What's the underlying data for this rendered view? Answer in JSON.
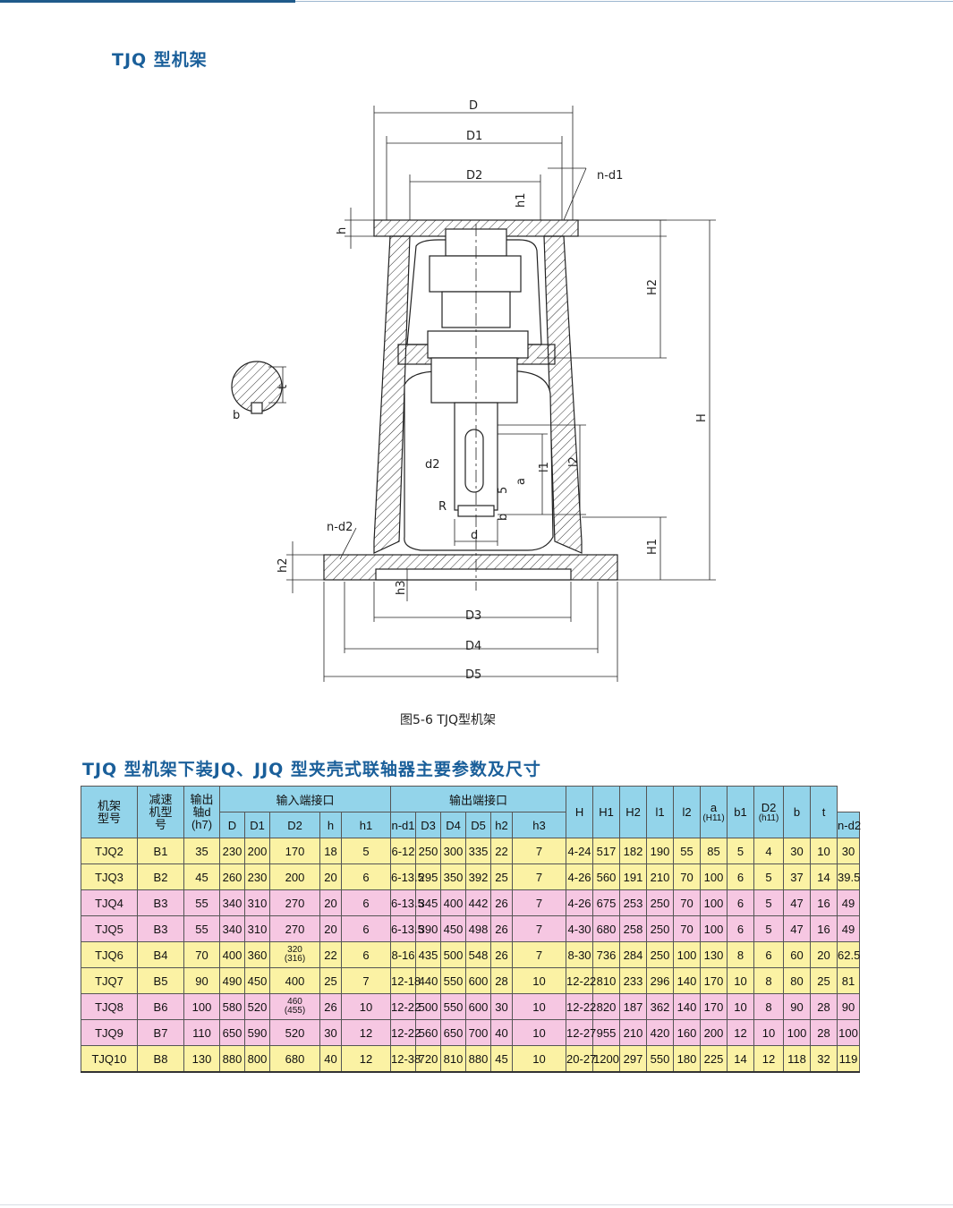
{
  "heading": "TJQ 型机架",
  "figure": {
    "caption": "图5-6  TJQ型机架",
    "labels": {
      "D": "D",
      "D1": "D1",
      "D2": "D2",
      "nd1": "n-d1",
      "h1": "h1",
      "h": "h",
      "H2": "H2",
      "H": "H",
      "l1": "l1",
      "l2": "l2",
      "d2": "d2",
      "a": "a",
      "five": "5",
      "b": "b",
      "t": "t",
      "R": "R",
      "d": "d",
      "nd2": "n-d2",
      "H1": "H1",
      "h2": "h2",
      "h3": "h3",
      "D3": "D3",
      "D4": "D4",
      "D5": "D5"
    }
  },
  "table": {
    "title": "TJQ 型机架下装JQ、JJQ 型夹壳式联轴器主要参数及尺寸",
    "header": {
      "frame_model": "机架型号",
      "reducer_model": "减速机型号",
      "output_shaft": "输出轴d (h7)",
      "input_group": "输入端接口",
      "output_group": "输出端接口",
      "input_cols": [
        "D",
        "D1",
        "D2",
        "h",
        "h1",
        "n-d1"
      ],
      "output_cols": [
        "D3",
        "D4",
        "D5",
        "h2",
        "h3",
        "n-d2"
      ],
      "H": "H",
      "H1": "H1",
      "H2": "H2",
      "l1": "l1",
      "l2": "l2",
      "a": "a",
      "a_sub": "(H11)",
      "b1": "b1",
      "D2b": "D2",
      "D2b_sub": "(h11)",
      "b": "b",
      "t": "t"
    },
    "rows": [
      {
        "color": "yellow",
        "cells": [
          "TJQ2",
          "B1",
          "35",
          "230",
          "200",
          "170",
          "",
          "18",
          "5",
          "6-12",
          "250",
          "300",
          "335",
          "22",
          "7",
          "4-24",
          "517",
          "182",
          "190",
          "55",
          "85",
          "5",
          "4",
          "30",
          "10",
          "30"
        ]
      },
      {
        "color": "yellow",
        "cells": [
          "TJQ3",
          "B2",
          "45",
          "260",
          "230",
          "200",
          "",
          "20",
          "6",
          "6-13.5",
          "295",
          "350",
          "392",
          "25",
          "7",
          "4-26",
          "560",
          "191",
          "210",
          "70",
          "100",
          "6",
          "5",
          "37",
          "14",
          "39.5"
        ]
      },
      {
        "color": "pink",
        "cells": [
          "TJQ4",
          "B3",
          "55",
          "340",
          "310",
          "270",
          "",
          "20",
          "6",
          "6-13.5",
          "345",
          "400",
          "442",
          "26",
          "7",
          "4-26",
          "675",
          "253",
          "250",
          "70",
          "100",
          "6",
          "5",
          "47",
          "16",
          "49"
        ]
      },
      {
        "color": "pink",
        "cells": [
          "TJQ5",
          "B3",
          "55",
          "340",
          "310",
          "270",
          "",
          "20",
          "6",
          "6-13.5",
          "390",
          "450",
          "498",
          "26",
          "7",
          "4-30",
          "680",
          "258",
          "250",
          "70",
          "100",
          "6",
          "5",
          "47",
          "16",
          "49"
        ]
      },
      {
        "color": "yellow",
        "cells": [
          "TJQ6",
          "B4",
          "70",
          "400",
          "360",
          "320",
          "(316)",
          "22",
          "6",
          "8-16",
          "435",
          "500",
          "548",
          "26",
          "7",
          "8-30",
          "736",
          "284",
          "250",
          "100",
          "130",
          "8",
          "6",
          "60",
          "20",
          "62.5"
        ]
      },
      {
        "color": "yellow",
        "cells": [
          "TJQ7",
          "B5",
          "90",
          "490",
          "450",
          "400",
          "",
          "25",
          "7",
          "12-18",
          "440",
          "550",
          "600",
          "28",
          "10",
          "12-22",
          "810",
          "233",
          "296",
          "140",
          "170",
          "10",
          "8",
          "80",
          "25",
          "81"
        ]
      },
      {
        "color": "pink",
        "cells": [
          "TJQ8",
          "B6",
          "100",
          "580",
          "520",
          "460",
          "(455)",
          "26",
          "10",
          "12-22",
          "500",
          "550",
          "600",
          "30",
          "10",
          "12-22",
          "820",
          "187",
          "362",
          "140",
          "170",
          "10",
          "8",
          "90",
          "28",
          "90"
        ]
      },
      {
        "color": "pink",
        "cells": [
          "TJQ9",
          "B7",
          "110",
          "650",
          "590",
          "520",
          "",
          "30",
          "12",
          "12-22",
          "560",
          "650",
          "700",
          "40",
          "10",
          "12-27",
          "955",
          "210",
          "420",
          "160",
          "200",
          "12",
          "10",
          "100",
          "28",
          "100"
        ]
      },
      {
        "color": "yellow",
        "cells": [
          "TJQ10",
          "B8",
          "130",
          "880",
          "800",
          "680",
          "",
          "40",
          "12",
          "12-38",
          "720",
          "810",
          "880",
          "45",
          "10",
          "20-27",
          "1200",
          "297",
          "550",
          "180",
          "225",
          "14",
          "12",
          "118",
          "32",
          "119"
        ]
      }
    ]
  }
}
